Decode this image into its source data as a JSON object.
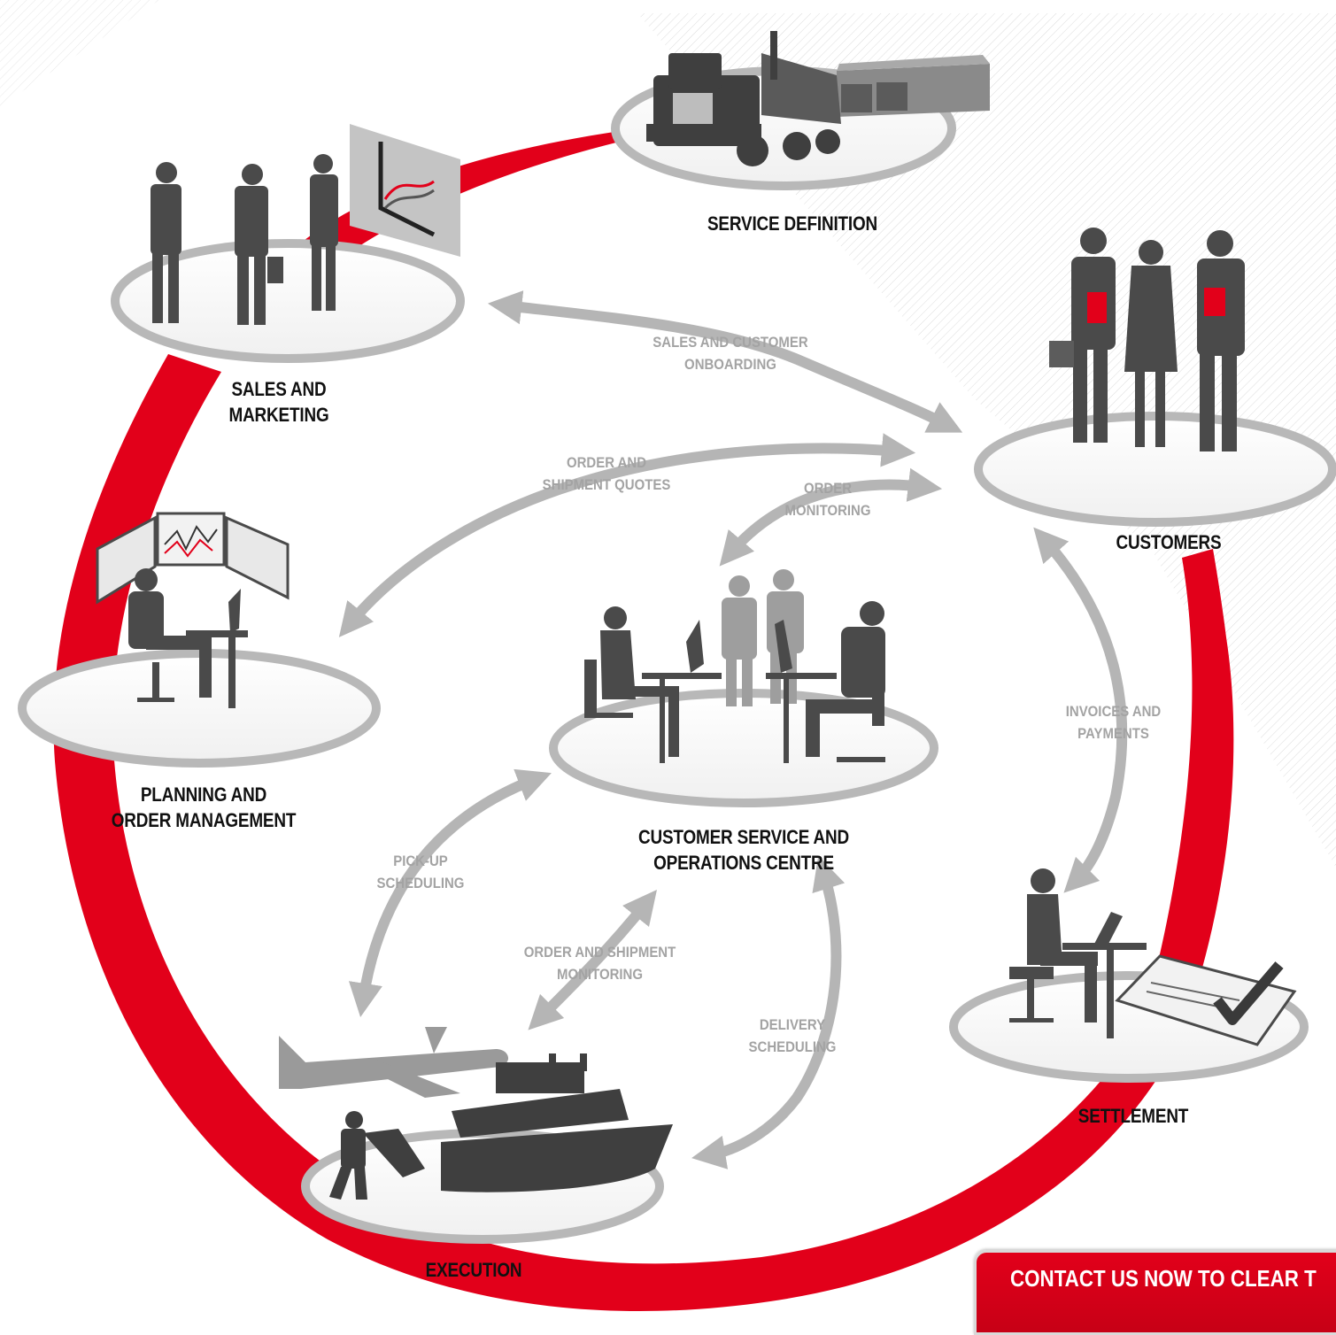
{
  "stages": {
    "service_definition": "SERVICE DEFINITION",
    "sales_marketing": [
      "SALES AND",
      "MARKETING"
    ],
    "customers": "CUSTOMERS",
    "planning": [
      "PLANNING AND",
      "ORDER MANAGEMENT"
    ],
    "customer_service": [
      "CUSTOMER SERVICE AND",
      "OPERATIONS CENTRE"
    ],
    "settlement": "SETTLEMENT",
    "execution": "EXECUTION"
  },
  "flows": {
    "sales_onboarding": [
      "SALES AND CUSTOMER",
      "ONBOARDING"
    ],
    "order_quotes": [
      "ORDER AND",
      "SHIPMENT QUOTES"
    ],
    "order_monitoring": [
      "ORDER",
      "MONITORING"
    ],
    "invoices": [
      "INVOICES AND",
      "PAYMENTS"
    ],
    "pickup": [
      "PICK-UP",
      "SCHEDULING"
    ],
    "shipment_monitoring": [
      "ORDER AND SHIPMENT",
      "MONITORING"
    ],
    "delivery": [
      "DELIVERY",
      "SCHEDULING"
    ]
  },
  "cta": {
    "label": "CONTACT US NOW TO CLEAR T"
  },
  "colors": {
    "accent": "#e2001a",
    "silhouette": "#4a4a4a",
    "arrow": "#b5b5b5"
  }
}
